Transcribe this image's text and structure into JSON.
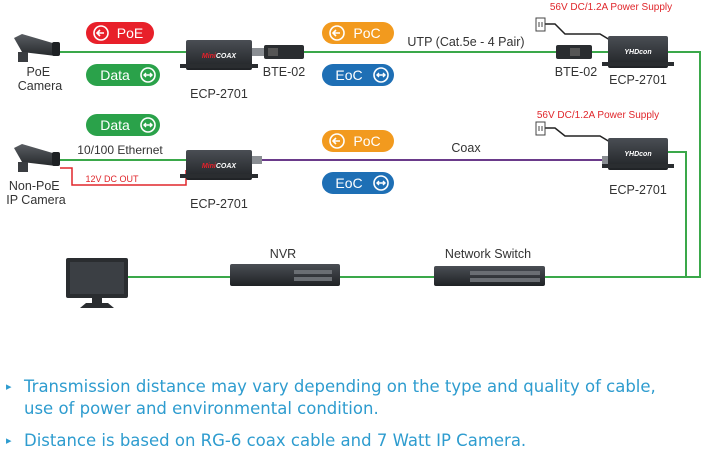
{
  "colors": {
    "poe": "#e8202a",
    "poc": "#f29a1e",
    "data": "#2aa24a",
    "eoc": "#1e6fb5",
    "green_cable": "#3aa84a",
    "purple_cable": "#6a3a8a",
    "red_text": "#e0262b",
    "note_blue": "#2e9ccf",
    "device_dark": "#2f3236"
  },
  "badges": {
    "poe": "PoE",
    "data_top": "Data",
    "poc_top": "PoC",
    "eoc_top": "EoC",
    "data_mid": "Data",
    "poc_mid": "PoC",
    "eoc_mid": "EoC"
  },
  "labels": {
    "poe_camera": [
      "PoE",
      "Camera"
    ],
    "non_poe_camera": [
      "Non-PoE",
      "IP Camera"
    ],
    "ecp_top_left": "ECP-2701",
    "ecp_top_right": "ECP-2701",
    "ecp_mid_left": "ECP-2701",
    "ecp_mid_right": "ECP-2701",
    "bte_left": "BTE-02",
    "bte_right": "BTE-02",
    "utp": "UTP (Cat.5e - 4 Pair)",
    "coax": "Coax",
    "ethernet": "10/100 Ethernet",
    "dc_out": "12V DC OUT",
    "psu_top": "56V DC/1.2A Power Supply",
    "psu_mid": "56V DC/1.2A Power Supply",
    "nvr": "NVR",
    "switch": "Network Switch",
    "brand_red": "Mini",
    "brand_white": "COAX",
    "brand_right": "YHDcon"
  },
  "notes": {
    "line1a": "Transmission distance may vary depending on the type and quality of cable,",
    "line1b": "use of power and environmental condition.",
    "line2": "Distance is based on RG-6 coax cable and 7 Watt IP Camera."
  }
}
